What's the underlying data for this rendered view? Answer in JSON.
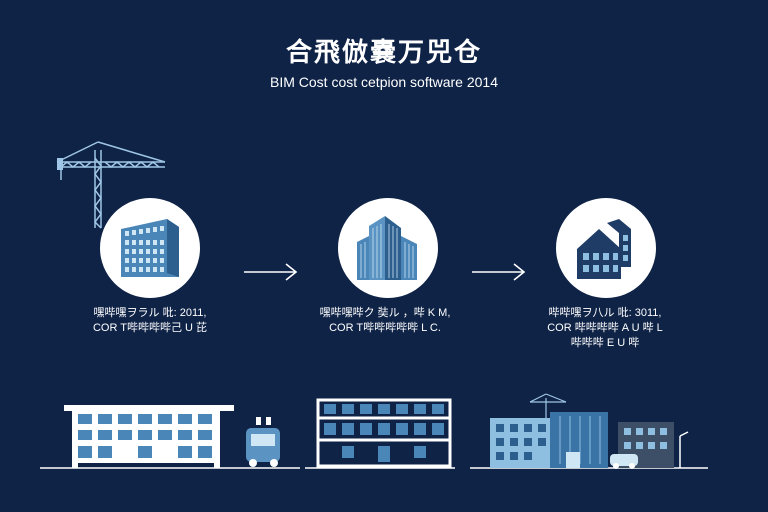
{
  "header": {
    "title": "合飛倣嚢万兕仓",
    "subtitle": "BIM Cost cost cetpion software 2014"
  },
  "stages": [
    {
      "icon": "office-building-icon",
      "caption_line1": "嘿哔嘿ヲラル 吡: 2011,",
      "caption_line2": "COR T哔哔哔哔己 U 芘",
      "caption_line3": ""
    },
    {
      "icon": "tower-building-icon",
      "caption_line1": "嘿哔嘿哔ク 奘ル ，哔 K M,",
      "caption_line2": "COR T哔哔哔哔哔 L C.",
      "caption_line3": ""
    },
    {
      "icon": "house-building-icon",
      "caption_line1": "哔哔嘿ヲ八ル 吡: 3011,",
      "caption_line2": "COR 哔哔哔哔 A U 哔 L",
      "caption_line3": "哔哔哔 E U 哔"
    }
  ],
  "colors": {
    "background": "#0f2347",
    "accent_blue": "#4a86b8",
    "light_blue": "#8fbfe0"
  }
}
